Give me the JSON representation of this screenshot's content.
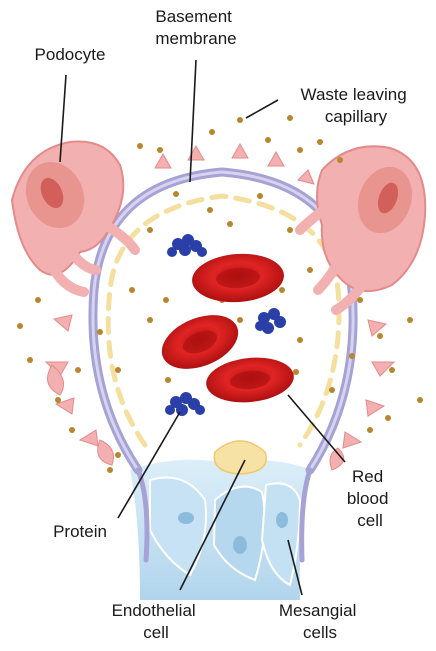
{
  "labels": {
    "basement_membrane": [
      "Basement",
      "membrane"
    ],
    "podocyte": [
      "Podocyte"
    ],
    "waste": [
      "Waste leaving",
      "capillary"
    ],
    "red_blood_cell": [
      "Red",
      "blood",
      "cell"
    ],
    "protein": [
      "Protein"
    ],
    "endothelial": [
      "Endothelial",
      "cell"
    ],
    "mesangial": [
      "Mesangial",
      "cells"
    ]
  },
  "colors": {
    "podocyte": "#f2b0b0",
    "podocyte_dark": "#e58a8a",
    "membrane": "#a7a2d6",
    "membrane_light": "#d6d3ee",
    "endothelial": "#f5df9e",
    "red_cell": "#d81e1e",
    "red_cell_dark": "#9e0f0f",
    "protein": "#2a3fa8",
    "waste_dot": "#b8862e",
    "mesangial": "#bcdcf0",
    "leader": "#1a1a1a"
  }
}
